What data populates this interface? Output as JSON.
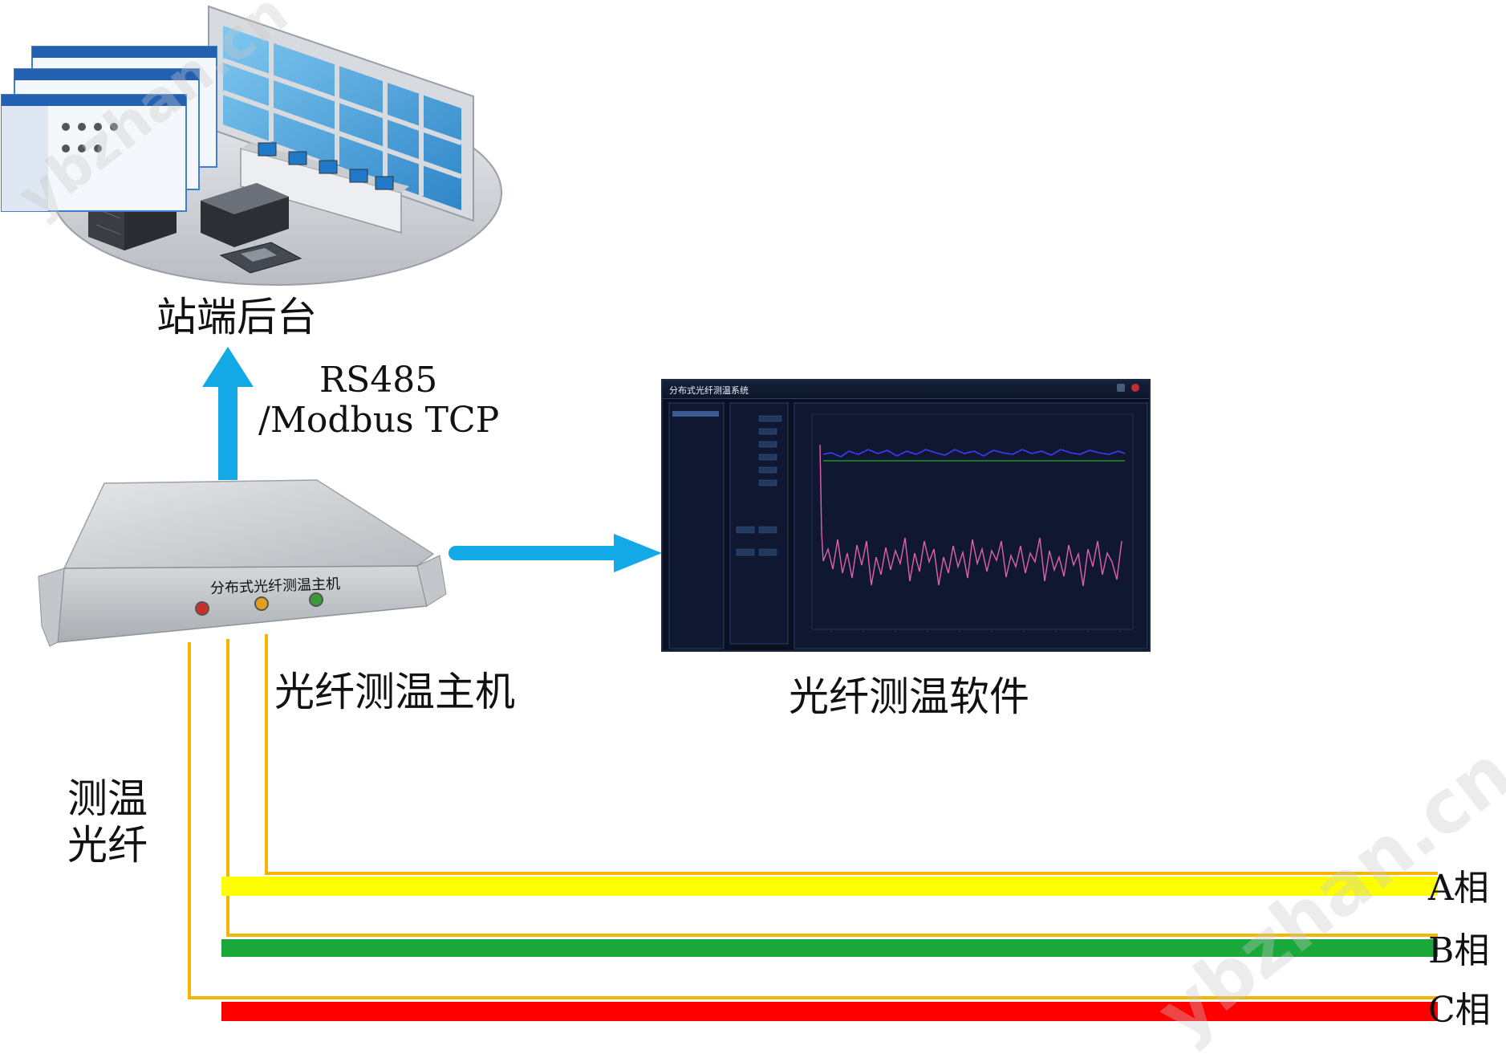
{
  "labels": {
    "station": "站端后台",
    "protocol_line1": "RS485",
    "protocol_line2": "/Modbus TCP",
    "host": "光纤测温主机",
    "software": "光纤测温软件",
    "fiber_line1": "测温",
    "fiber_line2": "光纤",
    "device_panel": "分布式光纤测温主机",
    "screen_title": "分布式光纤测温系统"
  },
  "phases": [
    {
      "label": "A相",
      "color": "#ffff00"
    },
    {
      "label": "B相",
      "color": "#1aa83a"
    },
    {
      "label": "C相",
      "color": "#ff0000"
    }
  ],
  "watermark": "ybzhan.cn",
  "colors": {
    "arrow": "#12a9e6",
    "fiber": "#f5b400",
    "screen_bg": "#0b1020",
    "trace_blue": "#3b3bff",
    "trace_green": "#22aa22",
    "trace_pink": "#e060b0"
  }
}
